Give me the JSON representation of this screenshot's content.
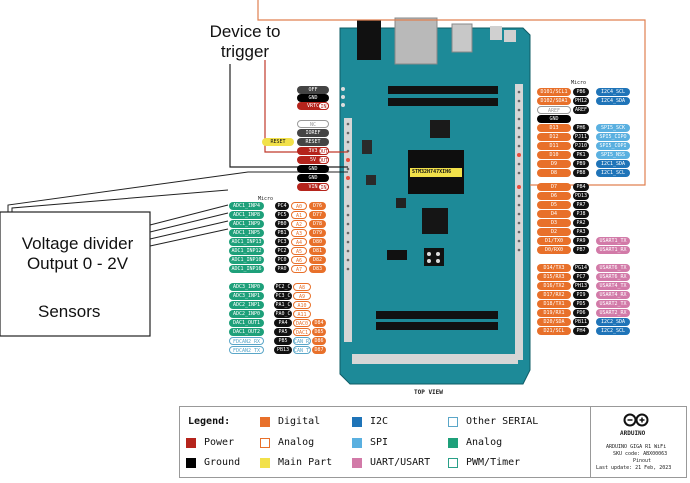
{
  "annotations": {
    "device_label": [
      "Device to",
      "trigger"
    ],
    "voltage_label": [
      "Voltage divider",
      "Output 0 - 2V"
    ],
    "sensors_label": "Sensors"
  },
  "board": {
    "mcu_label": "STM32H747XIH6",
    "top_view": "TOP VIEW",
    "micro_left": "Micro",
    "micro_right": "Micro"
  },
  "power_pins": [
    {
      "label": "OFF",
      "kind": "dark"
    },
    {
      "label": "GND",
      "kind": "black"
    },
    {
      "label": "VRTC",
      "kind": "red",
      "dot": "IN"
    },
    {
      "label": "NC",
      "kind": "outline"
    },
    {
      "label": "IOREF",
      "kind": "dark"
    },
    {
      "label": "RESET",
      "kind": "dark",
      "tag": "RESET"
    },
    {
      "label": "3V3",
      "kind": "red",
      "dot": "OUT"
    },
    {
      "label": "5V",
      "kind": "red",
      "dot": "OUT"
    },
    {
      "label": "GND",
      "kind": "black"
    },
    {
      "label": "GND",
      "kind": "black"
    },
    {
      "label": "VIN",
      "kind": "red",
      "dot": "IN"
    }
  ],
  "analog_pins": [
    {
      "adc": "ADC1_INP4",
      "port": "PC4",
      "a": "A0",
      "d": "D76"
    },
    {
      "adc": "ADC1_INP8",
      "port": "PC5",
      "a": "A1",
      "d": "D77"
    },
    {
      "adc": "ADC1_INP9",
      "port": "PB0",
      "a": "A2",
      "d": "D78"
    },
    {
      "adc": "ADC1_INP5",
      "port": "PB1",
      "a": "A3",
      "d": "D79"
    },
    {
      "adc": "ADC1_INP13",
      "port": "PC3",
      "a": "A4",
      "d": "D80"
    },
    {
      "adc": "ADC1_INP12",
      "port": "PC2",
      "a": "A5",
      "d": "D81"
    },
    {
      "adc": "ADC1_INP10",
      "port": "PC0",
      "a": "A6",
      "d": "D82"
    },
    {
      "adc": "ADC1_INP16",
      "port": "PA0",
      "a": "A7",
      "d": "D83"
    }
  ],
  "analog_pins_2": [
    {
      "adc": "ADC3_INP0",
      "port": "PC2_C",
      "a": "A8",
      "d": ""
    },
    {
      "adc": "ADC3_INP1",
      "port": "PC3_C",
      "a": "A9",
      "d": ""
    },
    {
      "adc": "ADC2_INP1",
      "port": "PA1_C",
      "a": "A10",
      "d": ""
    },
    {
      "adc": "ADC2_INP0",
      "port": "PA0_C",
      "a": "A11",
      "d": ""
    },
    {
      "adc": "DAC1_OUT1",
      "port": "PA4",
      "a": "DAC0",
      "d": "D84"
    },
    {
      "adc": "DAC1_OUT2",
      "port": "PA5",
      "a": "DAC1",
      "d": "D85"
    },
    {
      "adc": "FDCAN2_RX",
      "port": "PB5",
      "a": "CAN RX",
      "d": "D86"
    },
    {
      "adc": "FDCAN2_TX",
      "port": "PB13",
      "a": "CAN TX",
      "d": "D87"
    }
  ],
  "right_top_pins": [
    {
      "d": "D101/SCL1",
      "port": "PB6",
      "func": "I2C4_SCL",
      "fkind": "i2c"
    },
    {
      "d": "D102/SDA1",
      "port": "PH12",
      "func": "I2C4_SDA",
      "fkind": "i2c"
    },
    {
      "d": "AREF",
      "port": "AREF",
      "func": "",
      "fkind": "none"
    },
    {
      "d": "GND",
      "port": "",
      "func": "",
      "fkind": "none"
    },
    {
      "d": "D13",
      "port": "PH6",
      "func": "SPI5_SCK",
      "fkind": "spi"
    },
    {
      "d": "D12",
      "port": "PJ11",
      "func": "SPI5_CIPO",
      "fkind": "spi"
    },
    {
      "d": "D11",
      "port": "PJ10",
      "func": "SPI5_COPI",
      "fkind": "spi"
    },
    {
      "d": "D10",
      "port": "PK1",
      "func": "SPI5_NSS",
      "fkind": "spi"
    },
    {
      "d": "D9",
      "port": "PB9",
      "func": "I2C1_SDA",
      "fkind": "i2c"
    },
    {
      "d": "D8",
      "port": "PB8",
      "func": "I2C1_SCL",
      "fkind": "i2c"
    }
  ],
  "right_mid_pins": [
    {
      "d": "D7",
      "port": "PB4",
      "func": "",
      "fkind": "none"
    },
    {
      "d": "D6",
      "port": "PD13",
      "func": "",
      "fkind": "none"
    },
    {
      "d": "D5",
      "port": "PA7",
      "func": "",
      "fkind": "none"
    },
    {
      "d": "D4",
      "port": "PJ8",
      "func": "",
      "fkind": "none"
    },
    {
      "d": "D3",
      "port": "PA2",
      "func": "",
      "fkind": "none"
    },
    {
      "d": "D2",
      "port": "PA3",
      "func": "",
      "fkind": "none"
    },
    {
      "d": "D1/TX0",
      "port": "PA9",
      "func": "USART1_TX",
      "fkind": "uart"
    },
    {
      "d": "D0/RX0",
      "port": "PB7",
      "func": "USART1_RX",
      "fkind": "uart"
    }
  ],
  "right_bot_pins": [
    {
      "d": "D14/TX3",
      "port": "PG14",
      "func": "USART6_TX",
      "fkind": "uart"
    },
    {
      "d": "D15/RX3",
      "port": "PC7",
      "func": "USART6_RX",
      "fkind": "uart"
    },
    {
      "d": "D16/TX2",
      "port": "PH13",
      "func": "USART4_TX",
      "fkind": "uart"
    },
    {
      "d": "D17/RX2",
      "port": "PI9",
      "func": "USART4_RX",
      "fkind": "uart"
    },
    {
      "d": "D18/TX1",
      "port": "PD5",
      "func": "USART2_TX",
      "fkind": "uart"
    },
    {
      "d": "D19/RX1",
      "port": "PD6",
      "func": "USART2_RX",
      "fkind": "uart"
    },
    {
      "d": "D20/SDA",
      "port": "PB11",
      "func": "I2C2_SDA",
      "fkind": "i2c"
    },
    {
      "d": "D21/SCL",
      "port": "PH4",
      "func": "I2C2_SCL",
      "fkind": "i2c"
    }
  ],
  "legend": {
    "title": "Legend:",
    "items": [
      {
        "label": "Digital",
        "color": "#e8702a",
        "style": "fill"
      },
      {
        "label": "I2C",
        "color": "#1f74b8",
        "style": "fill"
      },
      {
        "label": "Other SERIAL",
        "color": "#5aa6c8",
        "style": "outline"
      },
      {
        "label": "Power",
        "color": "#b5241c",
        "style": "fill"
      },
      {
        "label": "Analog",
        "color": "#e8702a",
        "style": "outline"
      },
      {
        "label": "SPI",
        "color": "#5ab0e0",
        "style": "fill"
      },
      {
        "label": "Analog",
        "color": "#1ea07a",
        "style": "fill"
      },
      {
        "label": "Ground",
        "color": "#000000",
        "style": "fill"
      },
      {
        "label": "Main Part",
        "color": "#f2e14a",
        "style": "fill"
      },
      {
        "label": "UART/USART",
        "color": "#d27aa8",
        "style": "fill"
      },
      {
        "label": "PWM/Timer",
        "color": "#2aa088",
        "style": "outline"
      }
    ],
    "brand": "ARDUINO",
    "product": "ARDUINO GIGA R1 WiFi",
    "sku": "SKU code: ABX00063",
    "doc": "Pinout",
    "updated": "Last update: 21 Feb, 2023"
  },
  "colors": {
    "board": "#1d8a98",
    "board_dark": "#13707c",
    "digital": "#e8702a",
    "analog": "#1ea07a",
    "power": "#b5241c",
    "wire_red": "#c0392b",
    "wire_dark": "#222222"
  }
}
